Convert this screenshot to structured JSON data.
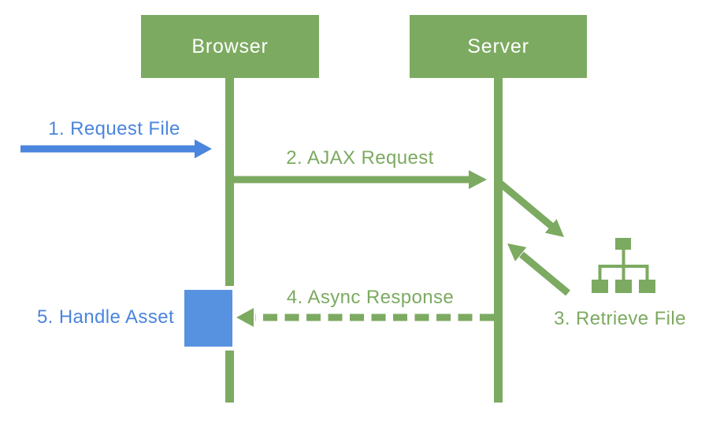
{
  "colors": {
    "green": "#7caa61",
    "blue": "#4a85de",
    "blue-fill": "#5792e0",
    "background": "#ffffff"
  },
  "diagram": {
    "actors": [
      {
        "label": "Browser"
      },
      {
        "label": "Server"
      }
    ],
    "steps": [
      {
        "label": "1. Request File",
        "color": "#4a85de",
        "arrow": "solid"
      },
      {
        "label": "2. AJAX Request",
        "color": "#7caa61",
        "arrow": "solid"
      },
      {
        "label": "3. Retrieve File",
        "color": "#7caa61",
        "arrow": "solid"
      },
      {
        "label": "4. Async Response",
        "color": "#7caa61",
        "arrow": "dashed"
      },
      {
        "label": "5. Handle Asset",
        "color": "#4a85de",
        "arrow": "none"
      }
    ],
    "icons": {
      "file_tree": "sitemap-icon"
    }
  }
}
